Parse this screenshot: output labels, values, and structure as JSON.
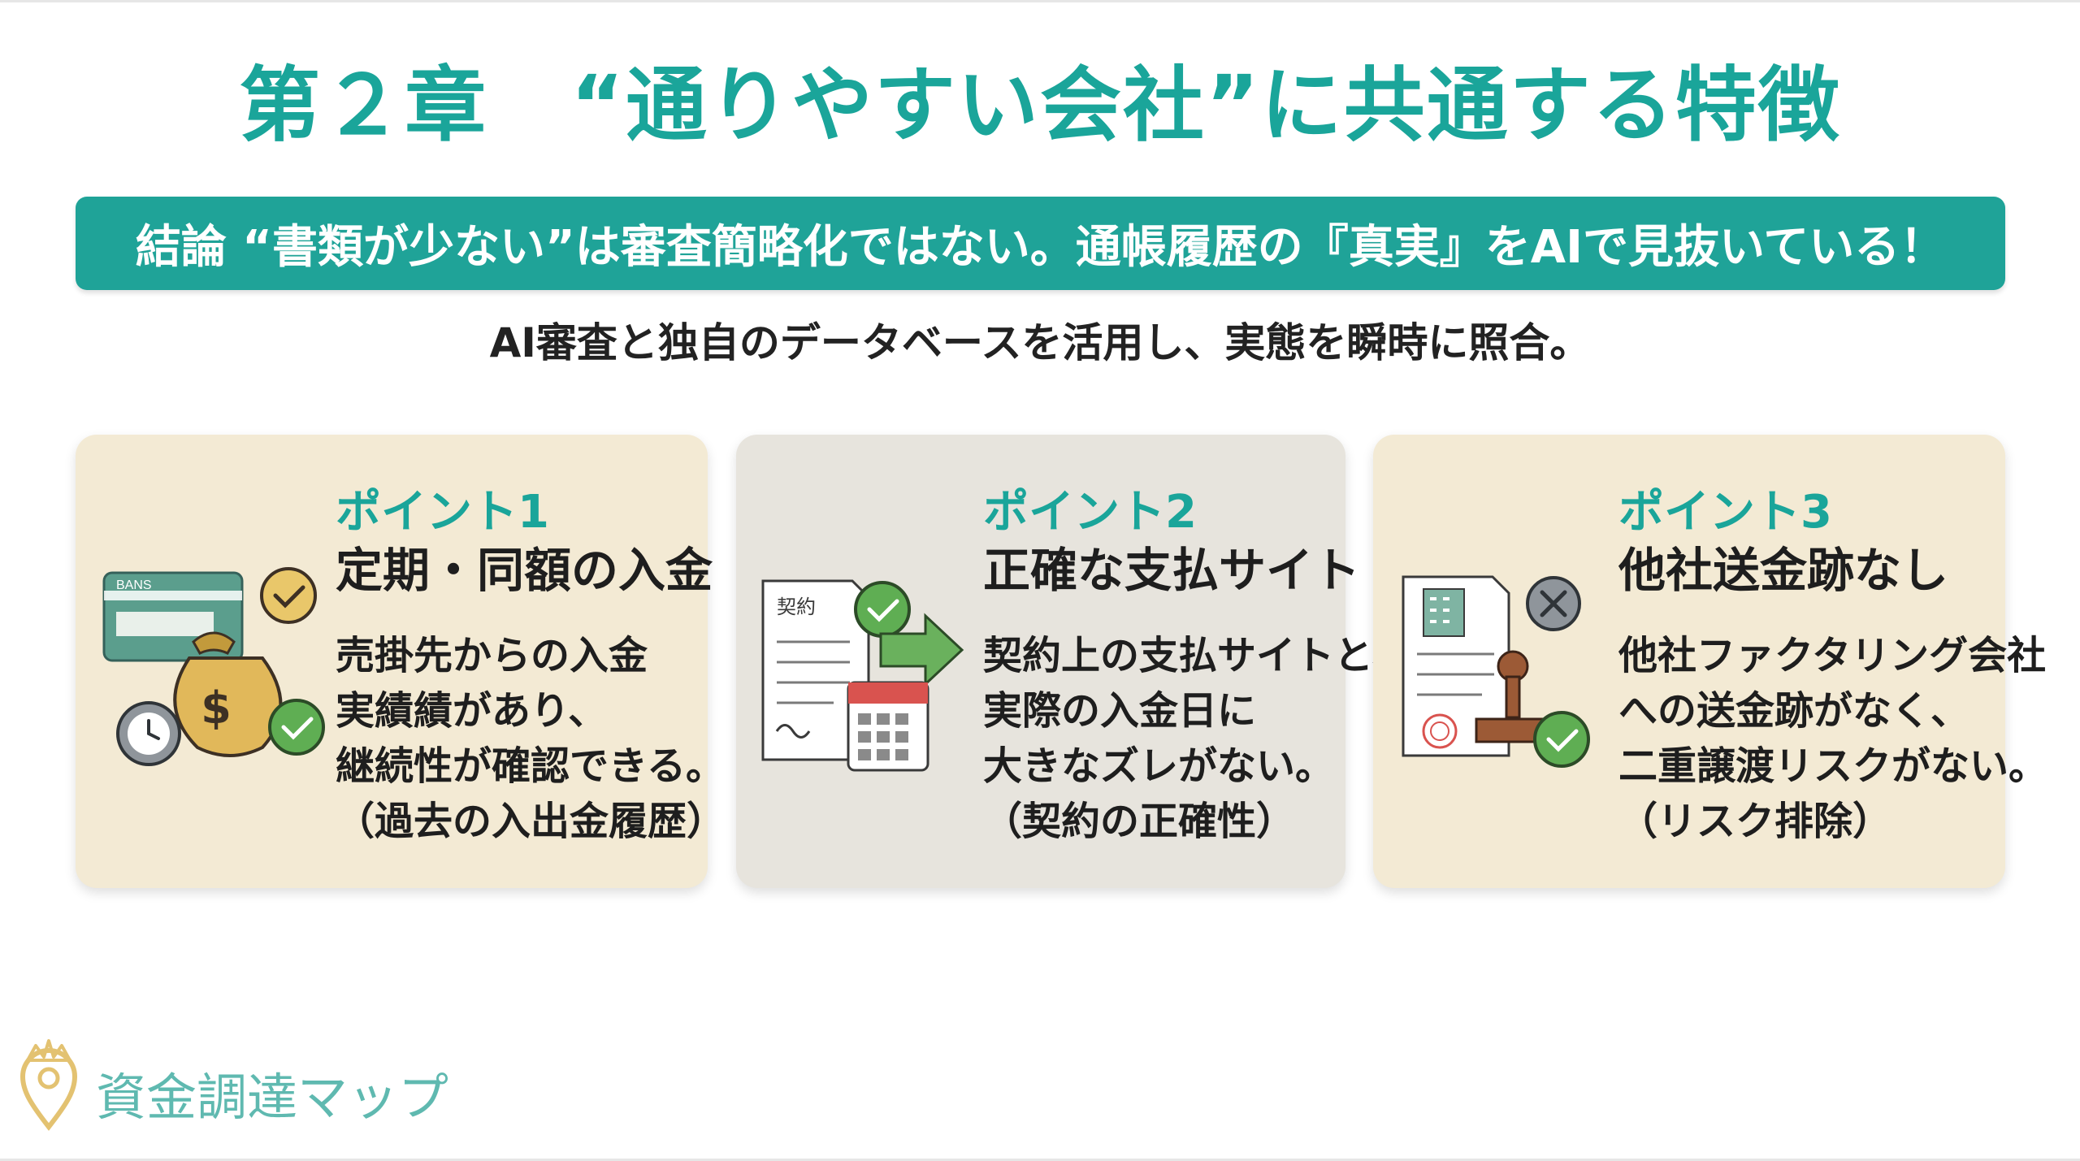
{
  "title": "第２章　“通りやすい会社”に共通する特徴",
  "banner": "結論 “書類が少ない”は審査簡略化ではない。通帳履歴の『真実』をAIで見抜いている！",
  "subtitle": "AI審査と独自のデータベースを活用し、実態を瞬時に照合。",
  "points": [
    {
      "label": "ポイント1",
      "heading": "定期・同額の入金",
      "body": [
        "売掛先からの入金",
        "実績績があり、",
        "継続性が確認できる。",
        "（過去の入出金履歴）"
      ],
      "card_text": "BANS"
    },
    {
      "label": "ポイント2",
      "heading": "正確な支払サイト",
      "body": [
        "契約上の支払サイトと、",
        "実際の入金日に",
        "大きなズレがない。",
        "（契約の正確性）"
      ],
      "doc_text": "契約"
    },
    {
      "label": "ポイント3",
      "heading": "他社送金跡なし",
      "body": [
        "他社ファクタリング会社",
        "への送金跡がなく、",
        "二重譲渡リスクがない。",
        "（リスク排除）"
      ]
    }
  ],
  "brand": "資金調達マップ",
  "colors": {
    "accent": "#1aa59a",
    "banner": "#1fa398",
    "card_beige": "#f3ead4",
    "card_gray": "#e7e4dd",
    "check_green": "#5fae53",
    "brand_text": "#5fb9b0"
  }
}
